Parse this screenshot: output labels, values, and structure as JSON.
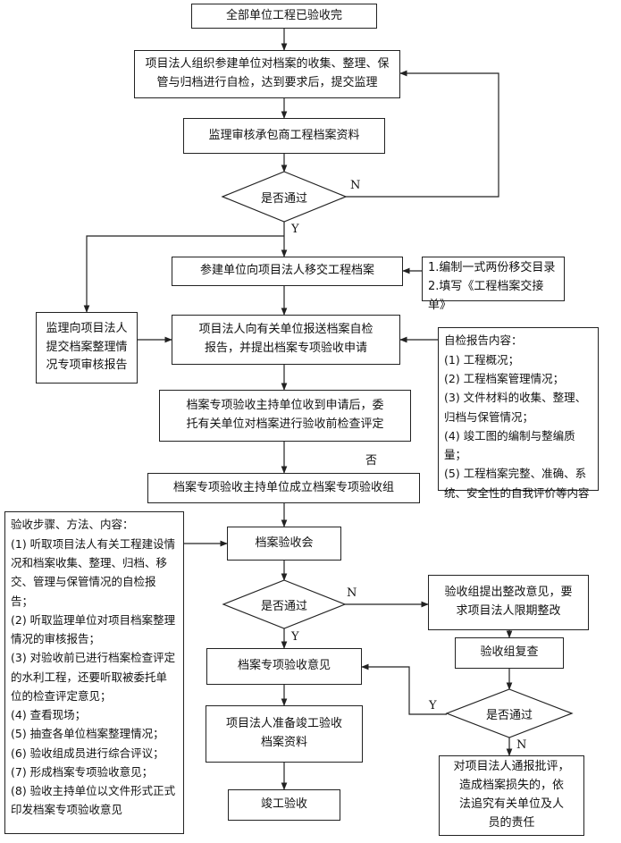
{
  "nodes": {
    "all_done": "全部单位工程已验收完",
    "self_check": "项目法人组织参建单位对档案的收集、整理、保\n管与归档进行自检，达到要求后，提交监理",
    "supervisor_review": "监理审核承包商工程档案资料",
    "decision1": "是否通过",
    "transfer": "参建单位向项目法人移交工程档案",
    "report": "项目法人向有关单位报送档案自检\n报告，并提出档案专项验收申请",
    "supervisor_report": "监理向项目法人\n提交档案整理情\n况专项审核报告",
    "commission": "档案专项验收主持单位收到申请后，委\n托有关单位对档案进行验收前检查评定",
    "form_group": "档案专项验收主持单位成立档案专项验收组",
    "meeting": "档案验收会",
    "decision2": "是否通过",
    "rectify": "验收组提出整改意见，要\n求项目法人限期整改",
    "recheck": "验收组复查",
    "decision3": "是否通过",
    "opinion": "档案专项验收意见",
    "prepare": "项目法人准备竣工验收\n档案资料",
    "final": "竣工验收",
    "criticism": "对项目法人通报批评，\n造成档案损失的，依\n法追究有关单位及人\n员的责任"
  },
  "transfer_notes": [
    "1.编制一式两份移交目录",
    "2.填写《工程档案交接单》"
  ],
  "self_report_box": {
    "title": "自检报告内容：",
    "items": [
      "(1) 工程概况；",
      "(2) 工程档案管理情况；",
      "(3) 文件材料的收集、整理、归档与保管情况；",
      "(4) 竣工图的编制与整编质量；",
      "(5) 工程档案完整、准确、系统、安全性的自我评价等内容"
    ]
  },
  "steps_box": {
    "title": "验收步骤、方法、内容：",
    "items": [
      "(1) 听取项目法人有关工程建设情况和档案收集、整理、归档、移交、管理与保管情况的自检报告；",
      "(2) 听取监理单位对项目档案整理情况的审核报告；",
      "(3) 对验收前已进行档案检查评定的水利工程，还要听取被委托单位的检查评定意见；",
      "(4) 查看现场；",
      "(5) 抽查各单位档案整理情况；",
      "(6) 验收组成员进行综合评议；",
      "(7) 形成档案专项验收意见；",
      "(8) 验收主持单位以文件形式正式印发档案专项验收意见"
    ]
  },
  "labels": {
    "n1": "N",
    "y1": "Y",
    "fou": "否",
    "n2": "N",
    "y2": "Y",
    "y3": "Y",
    "n3": "N"
  }
}
